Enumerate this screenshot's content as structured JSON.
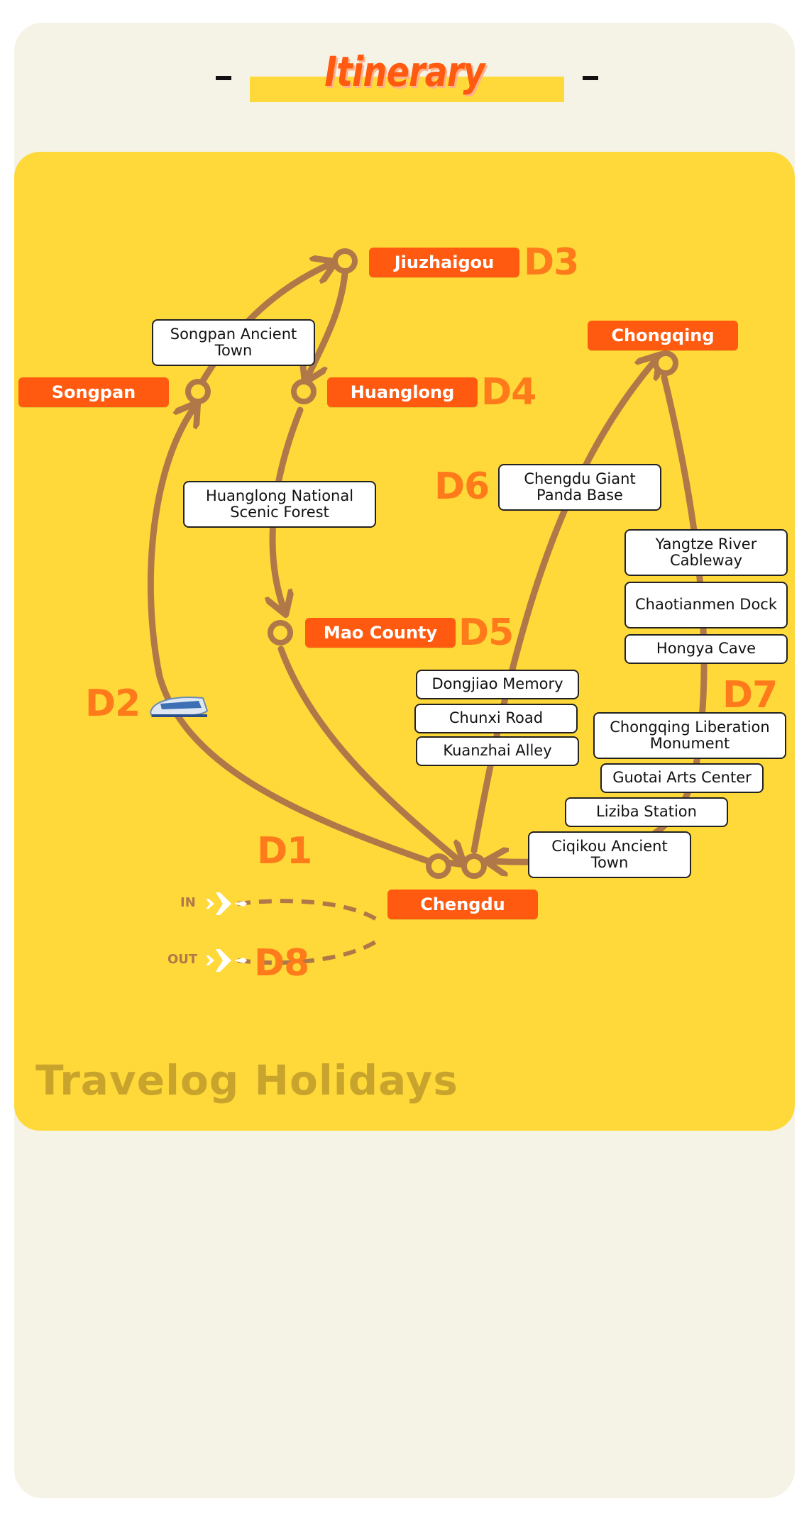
{
  "header": {
    "title": "Itinerary"
  },
  "destinations": {
    "jiuzhaigou": "Jiuzhaigou",
    "chongqing": "Chongqing",
    "songpan": "Songpan",
    "huanglong": "Huanglong",
    "mao_county": "Mao County",
    "chengdu": "Chengdu"
  },
  "attractions": {
    "songpan_ancient_town": "Songpan Ancient Town",
    "huanglong_forest": "Huanglong National Scenic Forest",
    "panda_base": "Chengdu Giant Panda Base",
    "yangtze_cableway": "Yangtze River Cableway",
    "chaotianmen_dock": "Chaotianmen Dock",
    "hongya_cave": "Hongya Cave",
    "dongjiao_memory": "Dongjiao Memory",
    "chunxi_road": "Chunxi Road",
    "kuanzhai_alley": "Kuanzhai Alley",
    "liberation_monument": "Chongqing Liberation Monument",
    "guotai_arts": "Guotai Arts Center",
    "liziba_station": "Liziba Station",
    "ciqikou_town": "Ciqikou Ancient Town"
  },
  "days": {
    "d1": "D1",
    "d2": "D2",
    "d3": "D3",
    "d4": "D4",
    "d5": "D5",
    "d6": "D6",
    "d7": "D7",
    "d8": "D8"
  },
  "flights": {
    "in_label": "IN",
    "out_label": "OUT"
  },
  "icons": {
    "train": "train-icon",
    "plane_in": "airplane-icon",
    "plane_out": "airplane-icon"
  },
  "colors": {
    "map_bg": "#ffd93a",
    "route": "#b07848",
    "destination_bg": "#ff5a0f",
    "day_text": "#ff7a1a",
    "card_bg": "#f5f2e6"
  },
  "footer": {
    "brand": "Travelog Holidays"
  }
}
